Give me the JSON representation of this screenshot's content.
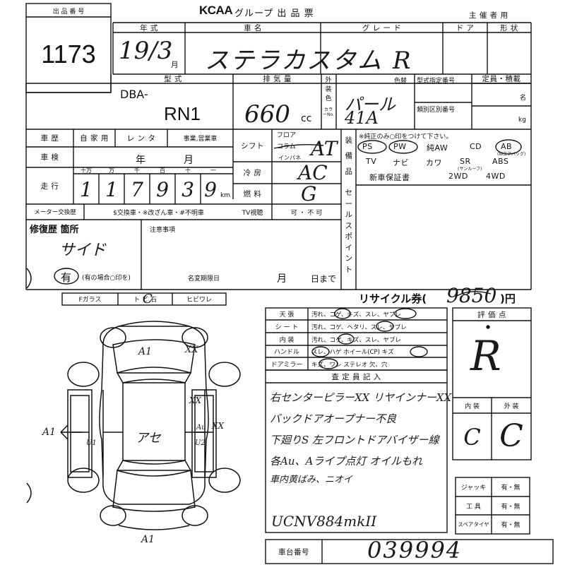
{
  "header": {
    "lot_label": "出 品 番 号",
    "lot_number": "1173",
    "logo": "KCAA",
    "title": "グループ 出 品 票",
    "organizer": "主 催 者 用"
  },
  "row1": {
    "year_label": "年 式",
    "name_label": "車 名",
    "grade_label": "グ レ ー ド",
    "door_label": "ド ア",
    "shape_label": "形 状",
    "year_value": "19/3",
    "year_suffix": "月",
    "name_value": "ステラカスタム",
    "grade_value": "R"
  },
  "row2": {
    "model_label": "型 式",
    "cc_label": "排 気 量",
    "ext_color_label": "外装色",
    "color_no_label": "カラーNo.",
    "color_change_label": "色替",
    "type_no_label": "型式指定番号",
    "class_no_label": "類別区別番号",
    "capacity_label": "定員・積載",
    "name_unit": "名",
    "kg_unit": "kg",
    "model_prefix": "DBA-",
    "model_value": "RN1",
    "cc_value": "660",
    "cc_unit": "cc",
    "color_value": "パール",
    "color_code": "41A"
  },
  "history": {
    "label": "車 歴",
    "private": "自 家 用",
    "rental": "レ ン タ",
    "business": "事業,営業車"
  },
  "shaken": {
    "label": "車 検",
    "year": "年",
    "month": "月"
  },
  "mileage": {
    "label": "走 行",
    "units": [
      "十万",
      "万",
      "千",
      "百",
      "十",
      "一"
    ],
    "digits": [
      "1",
      "1",
      "7",
      "9",
      "3",
      "9"
    ],
    "km": "km"
  },
  "meter": {
    "label": "メーター交換歴",
    "options": "$交換車・※改ざん車・#不明車"
  },
  "shift": {
    "label": "シフト",
    "options": [
      "フロア",
      "コラム",
      "インパネ"
    ],
    "value": "AT"
  },
  "aircon": {
    "label": "冷 房",
    "value": "AC"
  },
  "fuel": {
    "label": "燃 料",
    "value": "G"
  },
  "tv": {
    "label": "TV視聴",
    "value": "可 ・ 不 可"
  },
  "equipment": {
    "label": "装備品",
    "note": "※純正のみ○印をつけて下さい。",
    "row1": [
      "PS",
      "PW",
      "純AW",
      "CD",
      "AB"
    ],
    "ab_note": "(Wエアバッグ)",
    "row2": [
      "TV",
      "ナビ",
      "カワ",
      "SR",
      "ABS"
    ],
    "sunroof_note": "(サンルーフ)",
    "row3": [
      "新車保証書",
      "2WD",
      "4WD"
    ]
  },
  "sale_points": {
    "label": "セールスポイント"
  },
  "repair": {
    "label": "修復歴 箇所",
    "value": "サイド",
    "mark": "有",
    "note": "(有の場合○印を)"
  },
  "notes": {
    "label": "注意事項",
    "deadline_label": "名変期限日",
    "month": "月",
    "day_until": "日まで"
  },
  "recycle": {
    "label": "リサイクル券(",
    "value": "9850",
    "unit": ")円"
  },
  "glass": {
    "labels": [
      "Fガラス",
      "ト ビ 石",
      "ヒビワレ"
    ],
    "mark": "C"
  },
  "condition": {
    "rows": [
      {
        "label": "天 張",
        "options": "汚れ、コゲ、キズ、スレ、ヤブレ"
      },
      {
        "label": "シ ー ト",
        "options": "汚れ、コゲ、ヘタリ、スレ、ヤブレ"
      },
      {
        "label": "内 装",
        "options": "汚れ、コゲ、キズ、スレ、ヤブレ"
      },
      {
        "label": "ハンドル",
        "options": "スレ、ハゲ ホイール(CP) キズ"
      },
      {
        "label": "ドアミラー",
        "options": "キズ、ワレ ステレオ 欠、穴"
      }
    ]
  },
  "inspector": {
    "label": "査 定 員 記 入",
    "lines": [
      "右センターピラーXX リヤインナーXX",
      "バックドアオープナー不良",
      "下廻りS 左フロントドアバイザー線",
      "各Au、Aライプ点灯 オイルもれ",
      "車内黄ばみ、ニオイ",
      "",
      "UCNV884mkII"
    ]
  },
  "score": {
    "label": "評 価 点",
    "value": "R",
    "interior_label": "内 装",
    "exterior_label": "外 装",
    "interior_value": "C",
    "exterior_value": "C"
  },
  "tools": [
    {
      "label": "ジャッキ",
      "value": "有・無"
    },
    {
      "label": "工 具",
      "value": "有・無"
    },
    {
      "label": "スペアタイヤ",
      "value": "有・無"
    }
  ],
  "chassis": {
    "label": "車台番号",
    "value": "039994"
  },
  "diagram_marks": {
    "top": "A1",
    "top_right": "XX",
    "left": "A1",
    "right_upper": "XX",
    "right_mid": "Au",
    "right_lower": "XX",
    "door_left": "U1",
    "door_right": "U2",
    "center": "アセ",
    "bottom": "A1"
  }
}
